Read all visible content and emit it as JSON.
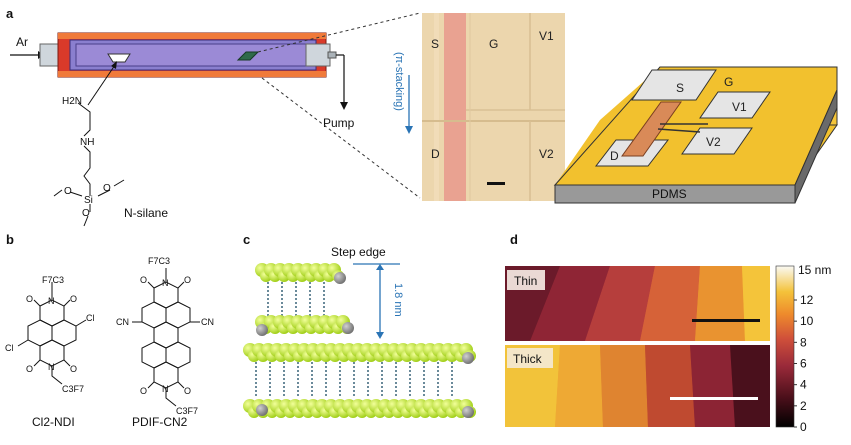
{
  "panels": {
    "a": {
      "label": "a",
      "gas": "Ar",
      "pump": "Pump",
      "molecule": "N-silane",
      "nh2": "H2N",
      "nh": "NH",
      "si": "Si",
      "o": "O",
      "micrograph": {
        "S": "S",
        "G": "G",
        "V1": "V1",
        "D": "D",
        "V2": "V2",
        "stacking": "(π-stacking)"
      },
      "device": {
        "S": "S",
        "G": "G",
        "V1": "V1",
        "D": "D",
        "V2": "V2",
        "substrate": "PDMS"
      }
    },
    "b": {
      "label": "b",
      "mol1": "Cl2-NDI",
      "mol2": "PDIF-CN2",
      "f7c3": "F7C3",
      "c3f7": "C3F7",
      "cl": "Cl",
      "cn": "CN",
      "n": "N",
      "o": "O"
    },
    "c": {
      "label": "c",
      "step": "Step edge",
      "height": "1.8 nm"
    },
    "d": {
      "label": "d",
      "thin": "Thin",
      "thick": "Thick",
      "colorbar": {
        "max_label": "15 nm",
        "ticks": [
          "12",
          "10",
          "8",
          "6",
          "4",
          "2",
          "0"
        ]
      }
    }
  },
  "colors": {
    "gold": "#f2c12e",
    "purple": "#9b8ad6",
    "scalebar_blue": "#2a74b5",
    "green": "#c8f029"
  }
}
